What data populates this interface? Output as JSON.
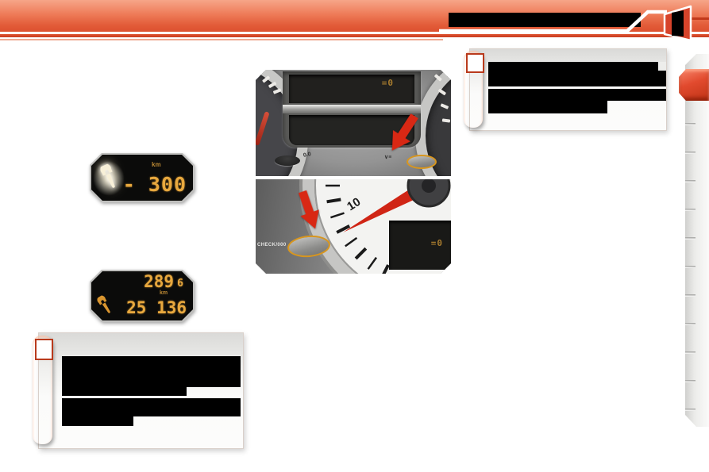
{
  "header": {
    "section_title_redacted": true,
    "chapter_number_redacted": true,
    "band_top_color": "#f6a588",
    "band_bottom_color": "#dd5130",
    "rule_color": "#d64424"
  },
  "sidebar": {
    "notch_count": 11,
    "active_tab_color": "#e14a2e"
  },
  "cluster_top": {
    "display_value": "=0",
    "button_outline_color": "#d8961e"
  },
  "cluster_bottom": {
    "button_label": "CHECK/000",
    "dial_number": "10",
    "display_value": "=0",
    "button_outline_color": "#d8961e"
  },
  "lcd1": {
    "icon": "wrench-icon",
    "unit": "km",
    "value": "- 300"
  },
  "lcd2": {
    "icon": "wrench-icon",
    "trip": "289",
    "trip_decimal": "6",
    "unit": "km",
    "odometer": "25 136"
  },
  "notes": {
    "top_right": {
      "bullet": "checkbox-bullet",
      "redacted_lines": 3
    },
    "bottom_left": {
      "bullet": "checkbox-bullet",
      "redacted_lines": 5
    }
  },
  "colors": {
    "arrow_red": "#d82814",
    "lcd_amber": "#e8a83e",
    "callout_bar_red": "#e04a2c"
  }
}
